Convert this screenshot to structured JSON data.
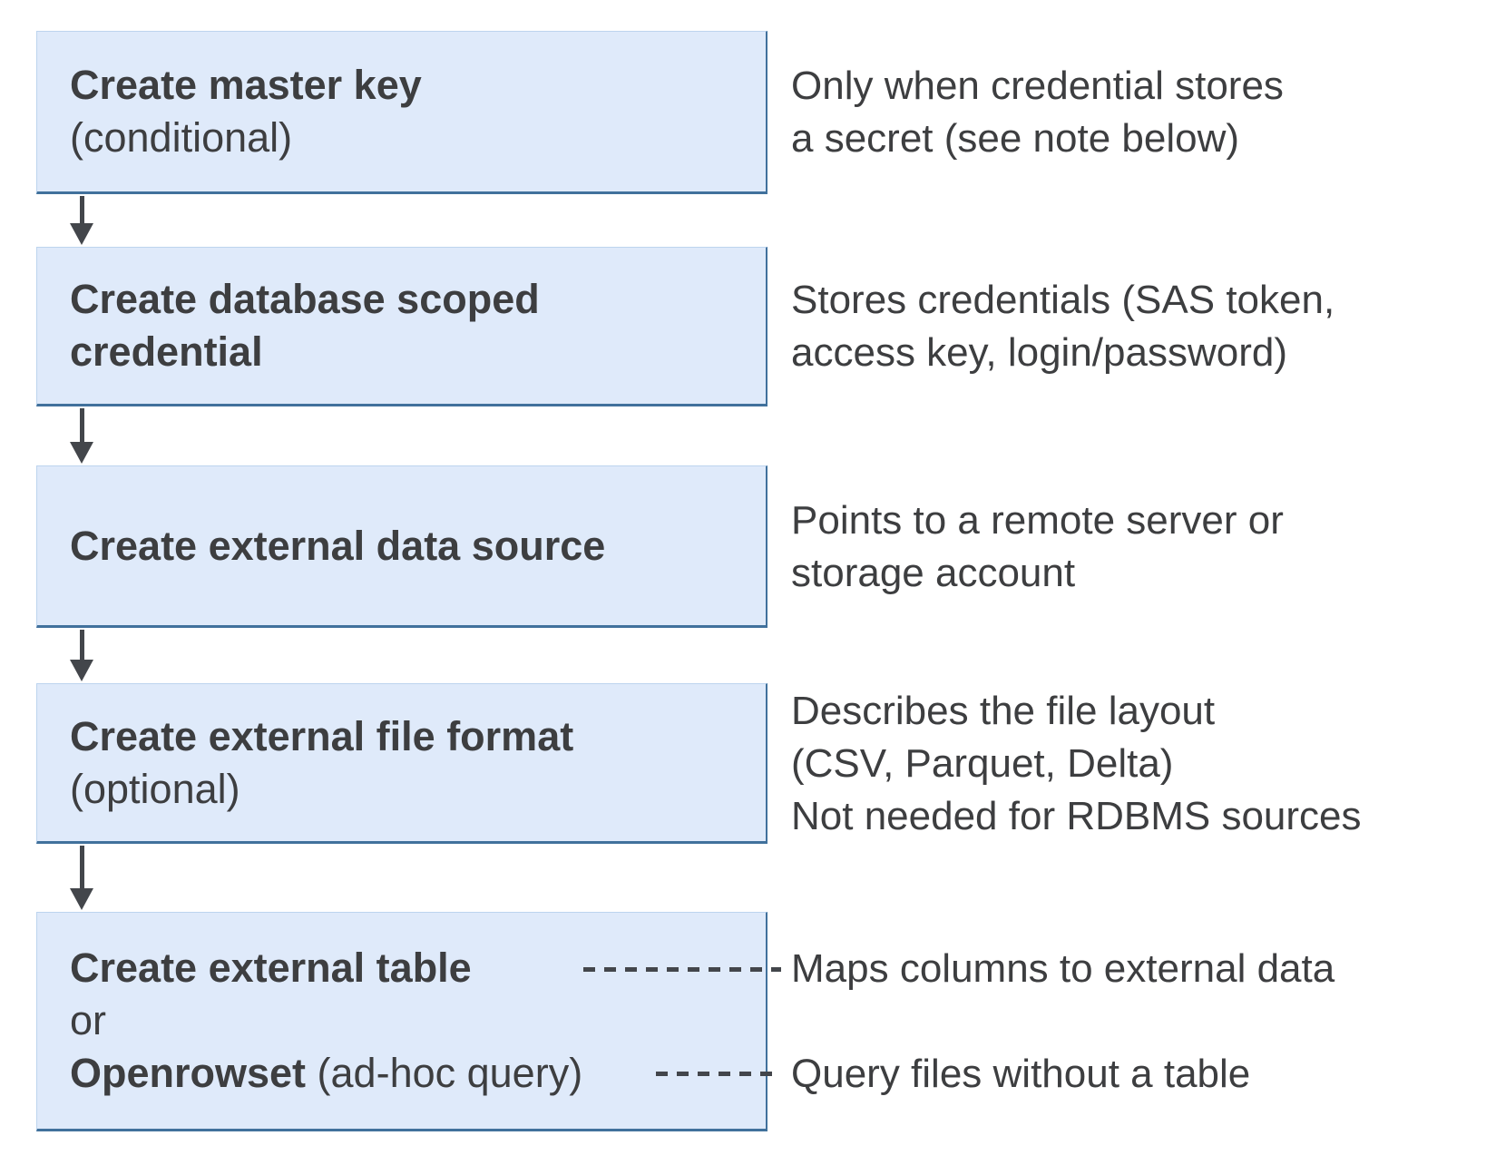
{
  "colors": {
    "box_fill": "#dfeafa",
    "box_border_light": "#bdd4ee",
    "box_border_dark": "#41719c",
    "arrow": "#43464b",
    "dash": "#43464b",
    "text": "#3d3e40"
  },
  "steps": [
    {
      "title_bold": "Create master key",
      "title_note": "(conditional)",
      "desc_lines": [
        "Only when credential stores",
        "a secret (see note below)"
      ]
    },
    {
      "title_bold": "Create database scoped credential",
      "desc_lines": [
        "Stores credentials (SAS token,",
        "access key, login/password)"
      ]
    },
    {
      "title_bold": "Create external data source",
      "desc_lines": [
        "Points to a remote server or",
        "storage account"
      ]
    },
    {
      "title_bold": "Create external file format",
      "title_note": "(optional)",
      "desc_lines": [
        "Describes the file layout",
        "(CSV, Parquet, Delta)",
        "Not needed for RDBMS sources"
      ]
    },
    {
      "lines": [
        {
          "bold": "Create external table"
        },
        {
          "text": "or"
        },
        {
          "bold": "Openrowset",
          "rest": " (ad-hoc query)"
        }
      ],
      "desc_map": "Maps columns to external data",
      "desc_query": "Query files without a table"
    }
  ],
  "icons": {
    "connector": "down-arrow"
  }
}
